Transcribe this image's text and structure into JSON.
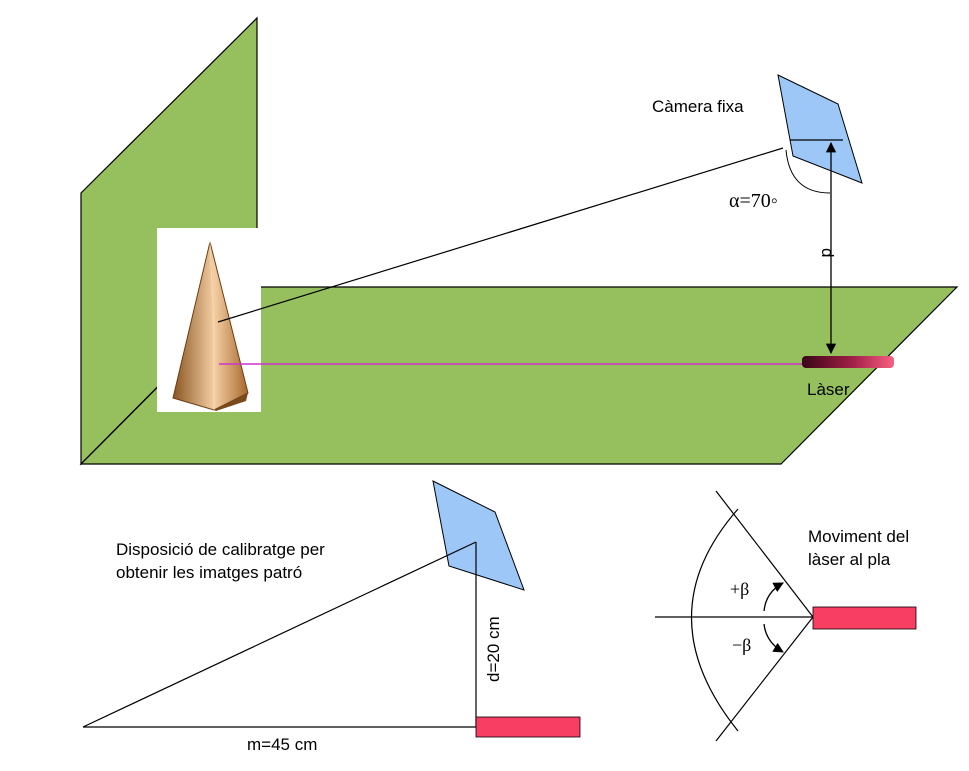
{
  "labels": {
    "camera": "Càmera fixa",
    "alpha": "α=70◦",
    "distance": "d",
    "laser": "Làser",
    "calibration_line1": "Disposició de calibratge per",
    "calibration_line2": "obtenir les imatges patró",
    "d_value": "d=20 cm",
    "m_value": "m=45 cm",
    "movement_line1": "Moviment del",
    "movement_line2": "làser al pla",
    "plus_beta": "+β",
    "minus_beta": "−β"
  },
  "colors": {
    "plane": "#96bf5e",
    "camera": "#9cc7f7",
    "laser": "#f93e63",
    "laser_dark": "#5b1028",
    "beam": "#cc33cc",
    "cone_light": "#f2c89a",
    "cone_dark": "#7a4a1c"
  }
}
